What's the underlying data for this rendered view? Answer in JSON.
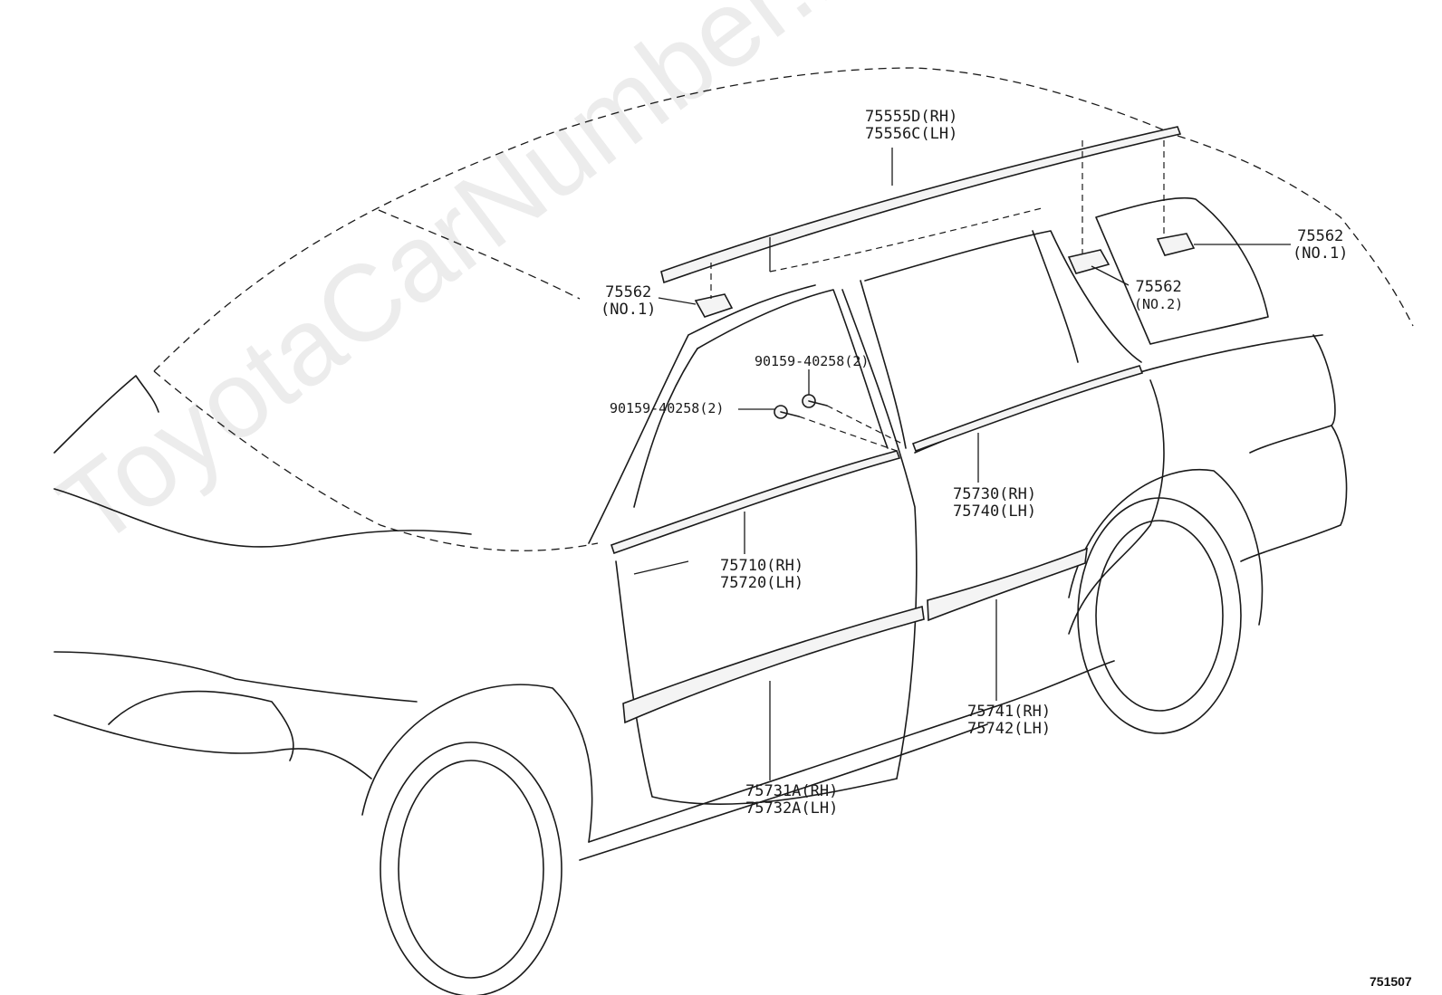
{
  "watermark": "ToyotaCarNumber.ru",
  "figure_number": "751507",
  "callouts": {
    "roof_rail": {
      "line1": "75555D(RH)",
      "line2": "75556C(LH)"
    },
    "clip_front": {
      "line1": "75562",
      "line2": "(NO.1)"
    },
    "clip_rear": {
      "line1": "75562",
      "line2": "(NO.1)"
    },
    "clip_mid": {
      "line1": "75562",
      "line2": "(NO.2)"
    },
    "screw_upper": {
      "line1": "90159-40258(2)"
    },
    "screw_lower": {
      "line1": "90159-40258(2)"
    },
    "front_belt": {
      "line1": "75710(RH)",
      "line2": "75720(LH)"
    },
    "rear_belt": {
      "line1": "75730(RH)",
      "line2": "75740(LH)"
    },
    "front_side_moulding": {
      "line1": "75731A(RH)",
      "line2": "75732A(LH)"
    },
    "rear_side_moulding": {
      "line1": "75741(RH)",
      "line2": "75742(LH)"
    }
  }
}
